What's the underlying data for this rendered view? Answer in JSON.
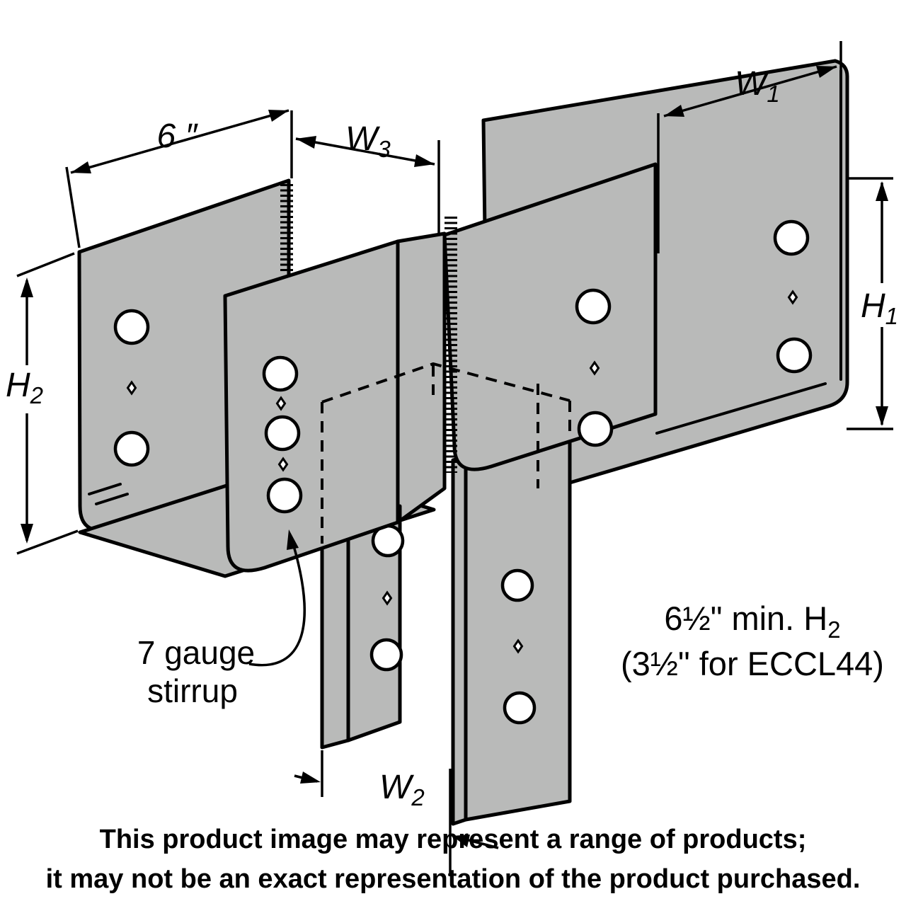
{
  "diagram": {
    "background": "#ffffff",
    "metal_color": "#b9bab9",
    "line_color": "#000000",
    "dim_labels": {
      "seat": "6 ″",
      "w1_main": "W",
      "w1_sub": "1",
      "w2_main": "W",
      "w2_sub": "2",
      "w3_main": "W",
      "w3_sub": "3",
      "h1_main": "H",
      "h1_sub": "1",
      "h2_main": "H",
      "h2_sub": "2"
    },
    "callouts": {
      "stirrup_line1": "7 gauge",
      "stirrup_line2": "stirrup",
      "min_h2_prefix": "6½\" min. H",
      "min_h2_sub": "2",
      "min_h2_line2": "(3½\" for ECCL44)"
    },
    "disclaimer_line1": "This product image may represent a range of products;",
    "disclaimer_line2": "it may not be an exact representation of the product purchased."
  }
}
